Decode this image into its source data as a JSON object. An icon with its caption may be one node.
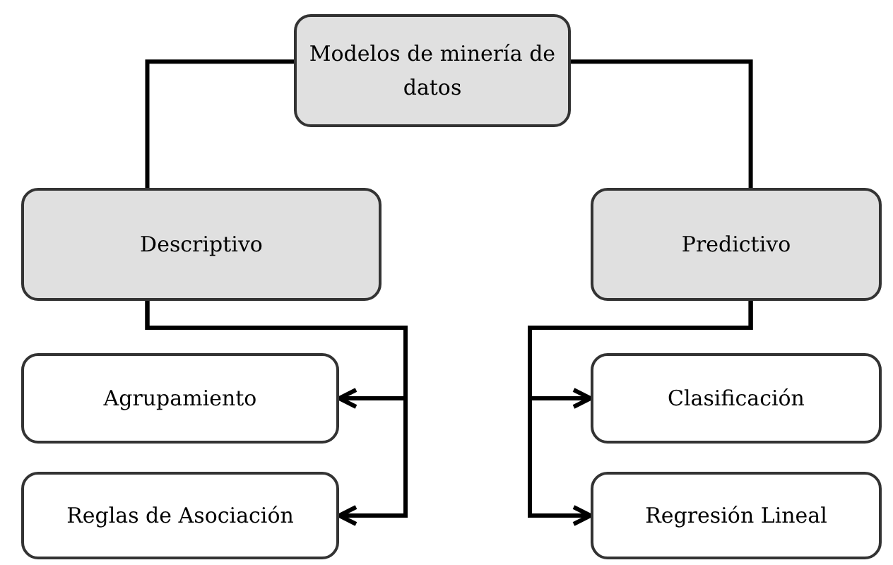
{
  "diagram": {
    "nodes": [
      {
        "text": [
          "Modelos de minería de datos"
        ]
      },
      {
        "text": [
          "Descriptivo"
        ]
      },
      {
        "text": [
          "Predictivo"
        ]
      },
      {
        "text": [
          "Agrupamiento"
        ]
      },
      {
        "text": [
          "Reglas de Asociación"
        ]
      },
      {
        "text": [
          "Clasificación"
        ]
      },
      {
        "text": [
          "Regresión Lineal"
        ]
      }
    ],
    "edges": [
      {
        "from": 0,
        "to": 1,
        "arrow": "none"
      },
      {
        "from": 0,
        "to": 2,
        "arrow": "none"
      },
      {
        "from": 1,
        "to": 3,
        "arrow": "to"
      },
      {
        "from": 1,
        "to": 4,
        "arrow": "to"
      },
      {
        "from": 2,
        "to": 5,
        "arrow": "to"
      },
      {
        "from": 2,
        "to": 6,
        "arrow": "to"
      }
    ]
  }
}
